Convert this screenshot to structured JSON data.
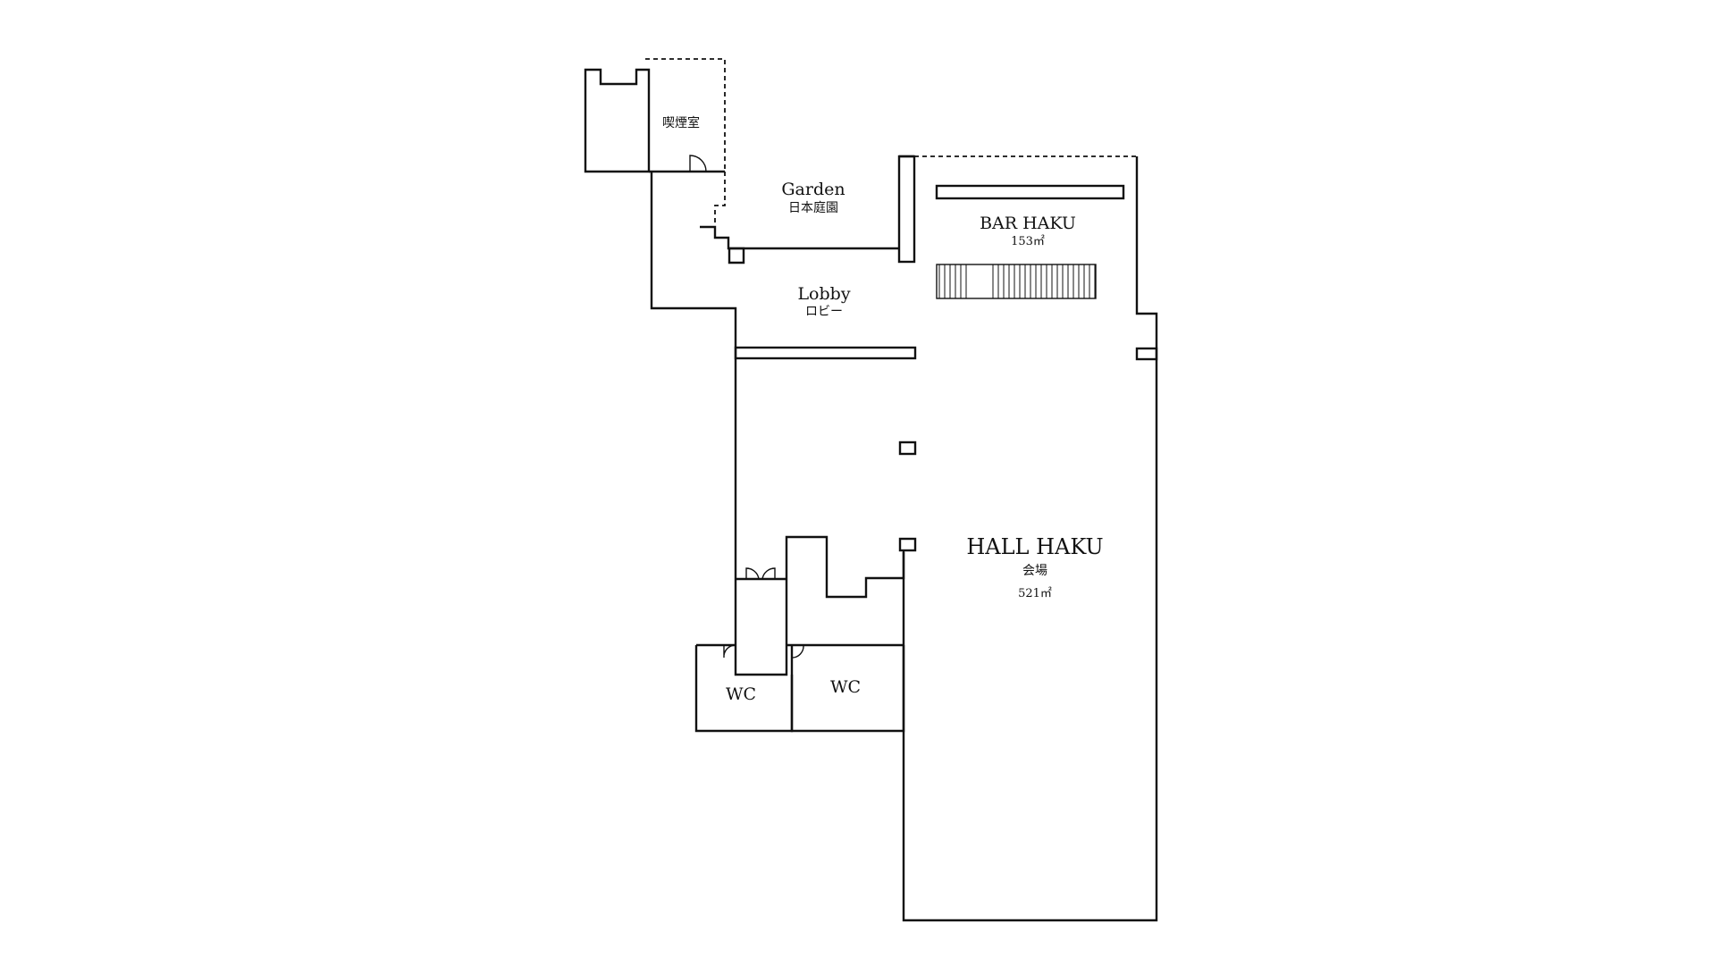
{
  "rooms": {
    "smoking": {
      "jp": "喫煙室"
    },
    "garden": {
      "en": "Garden",
      "jp": "日本庭園"
    },
    "bar": {
      "en": "BAR HAKU",
      "area": "153㎡"
    },
    "lobby": {
      "en": "Lobby",
      "jp": "ロビー"
    },
    "hall": {
      "en": "HALL HAKU",
      "jp": "会場",
      "area": "521㎡"
    },
    "wc_left": {
      "en": "WC"
    },
    "wc_right": {
      "en": "WC"
    }
  },
  "colors": {
    "line": "#111111",
    "background": "#ffffff"
  }
}
